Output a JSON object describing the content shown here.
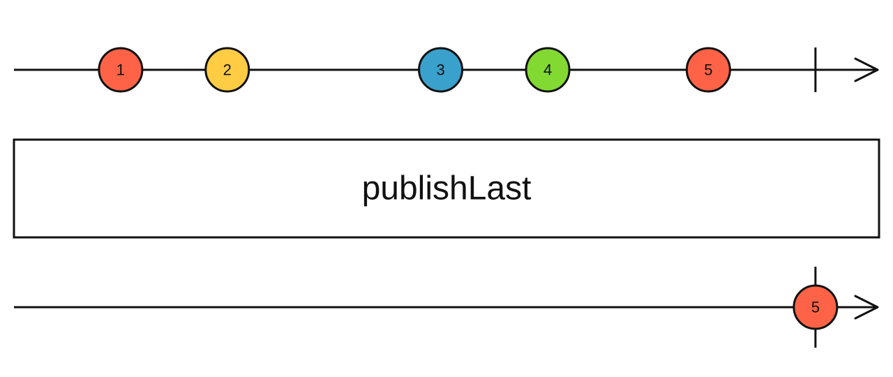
{
  "operator": {
    "name": "publishLast"
  },
  "input_stream": {
    "marbles": [
      {
        "label": "1",
        "time": 0.1235,
        "color": "#ff6347"
      },
      {
        "label": "2",
        "time": 0.247,
        "color": "#ffcc44"
      },
      {
        "label": "3",
        "time": 0.494,
        "color": "#3aa0cc"
      },
      {
        "label": "4",
        "time": 0.618,
        "color": "#82d932"
      },
      {
        "label": "5",
        "time": 0.804,
        "color": "#ff6347"
      }
    ],
    "completion_time": 0.928
  },
  "output_stream": {
    "marbles": [
      {
        "label": "5",
        "time": 0.928,
        "color": "#ff6347"
      }
    ],
    "completion_time": 0.928
  }
}
